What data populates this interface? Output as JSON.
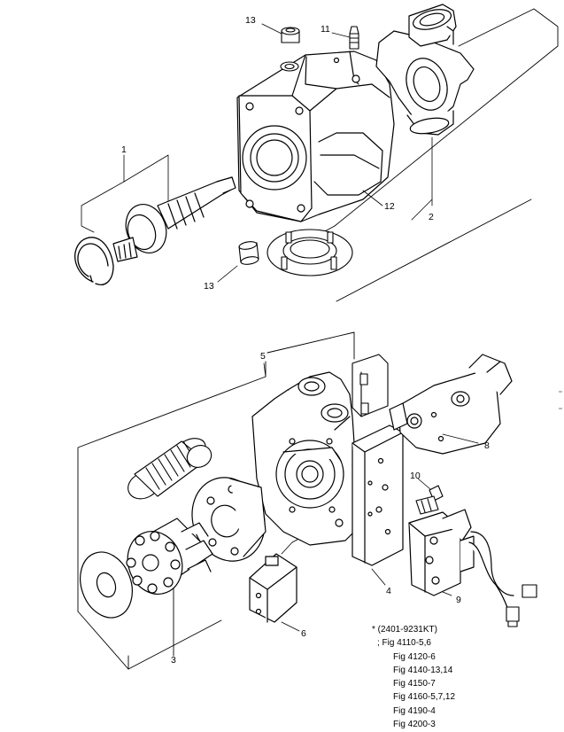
{
  "diagram": {
    "part_numbers": {
      "p1": "1",
      "p2": "2",
      "p3": "3",
      "p4": "4",
      "p5": "5",
      "p6": "6",
      "p8": "8",
      "p9": "9",
      "p10": "10",
      "p11": "11",
      "p12": "12",
      "p13_top": "13",
      "p13_bottom": "13"
    },
    "reference": {
      "serial": "* (2401-9231KT)",
      "figures": [
        "; Fig 4110-5,6",
        "Fig 4120-6",
        "Fig 4140-13,14",
        "Fig 4150-7",
        "Fig 4160-5,7,12",
        "Fig 4190-4",
        "Fig 4200-3"
      ]
    }
  }
}
